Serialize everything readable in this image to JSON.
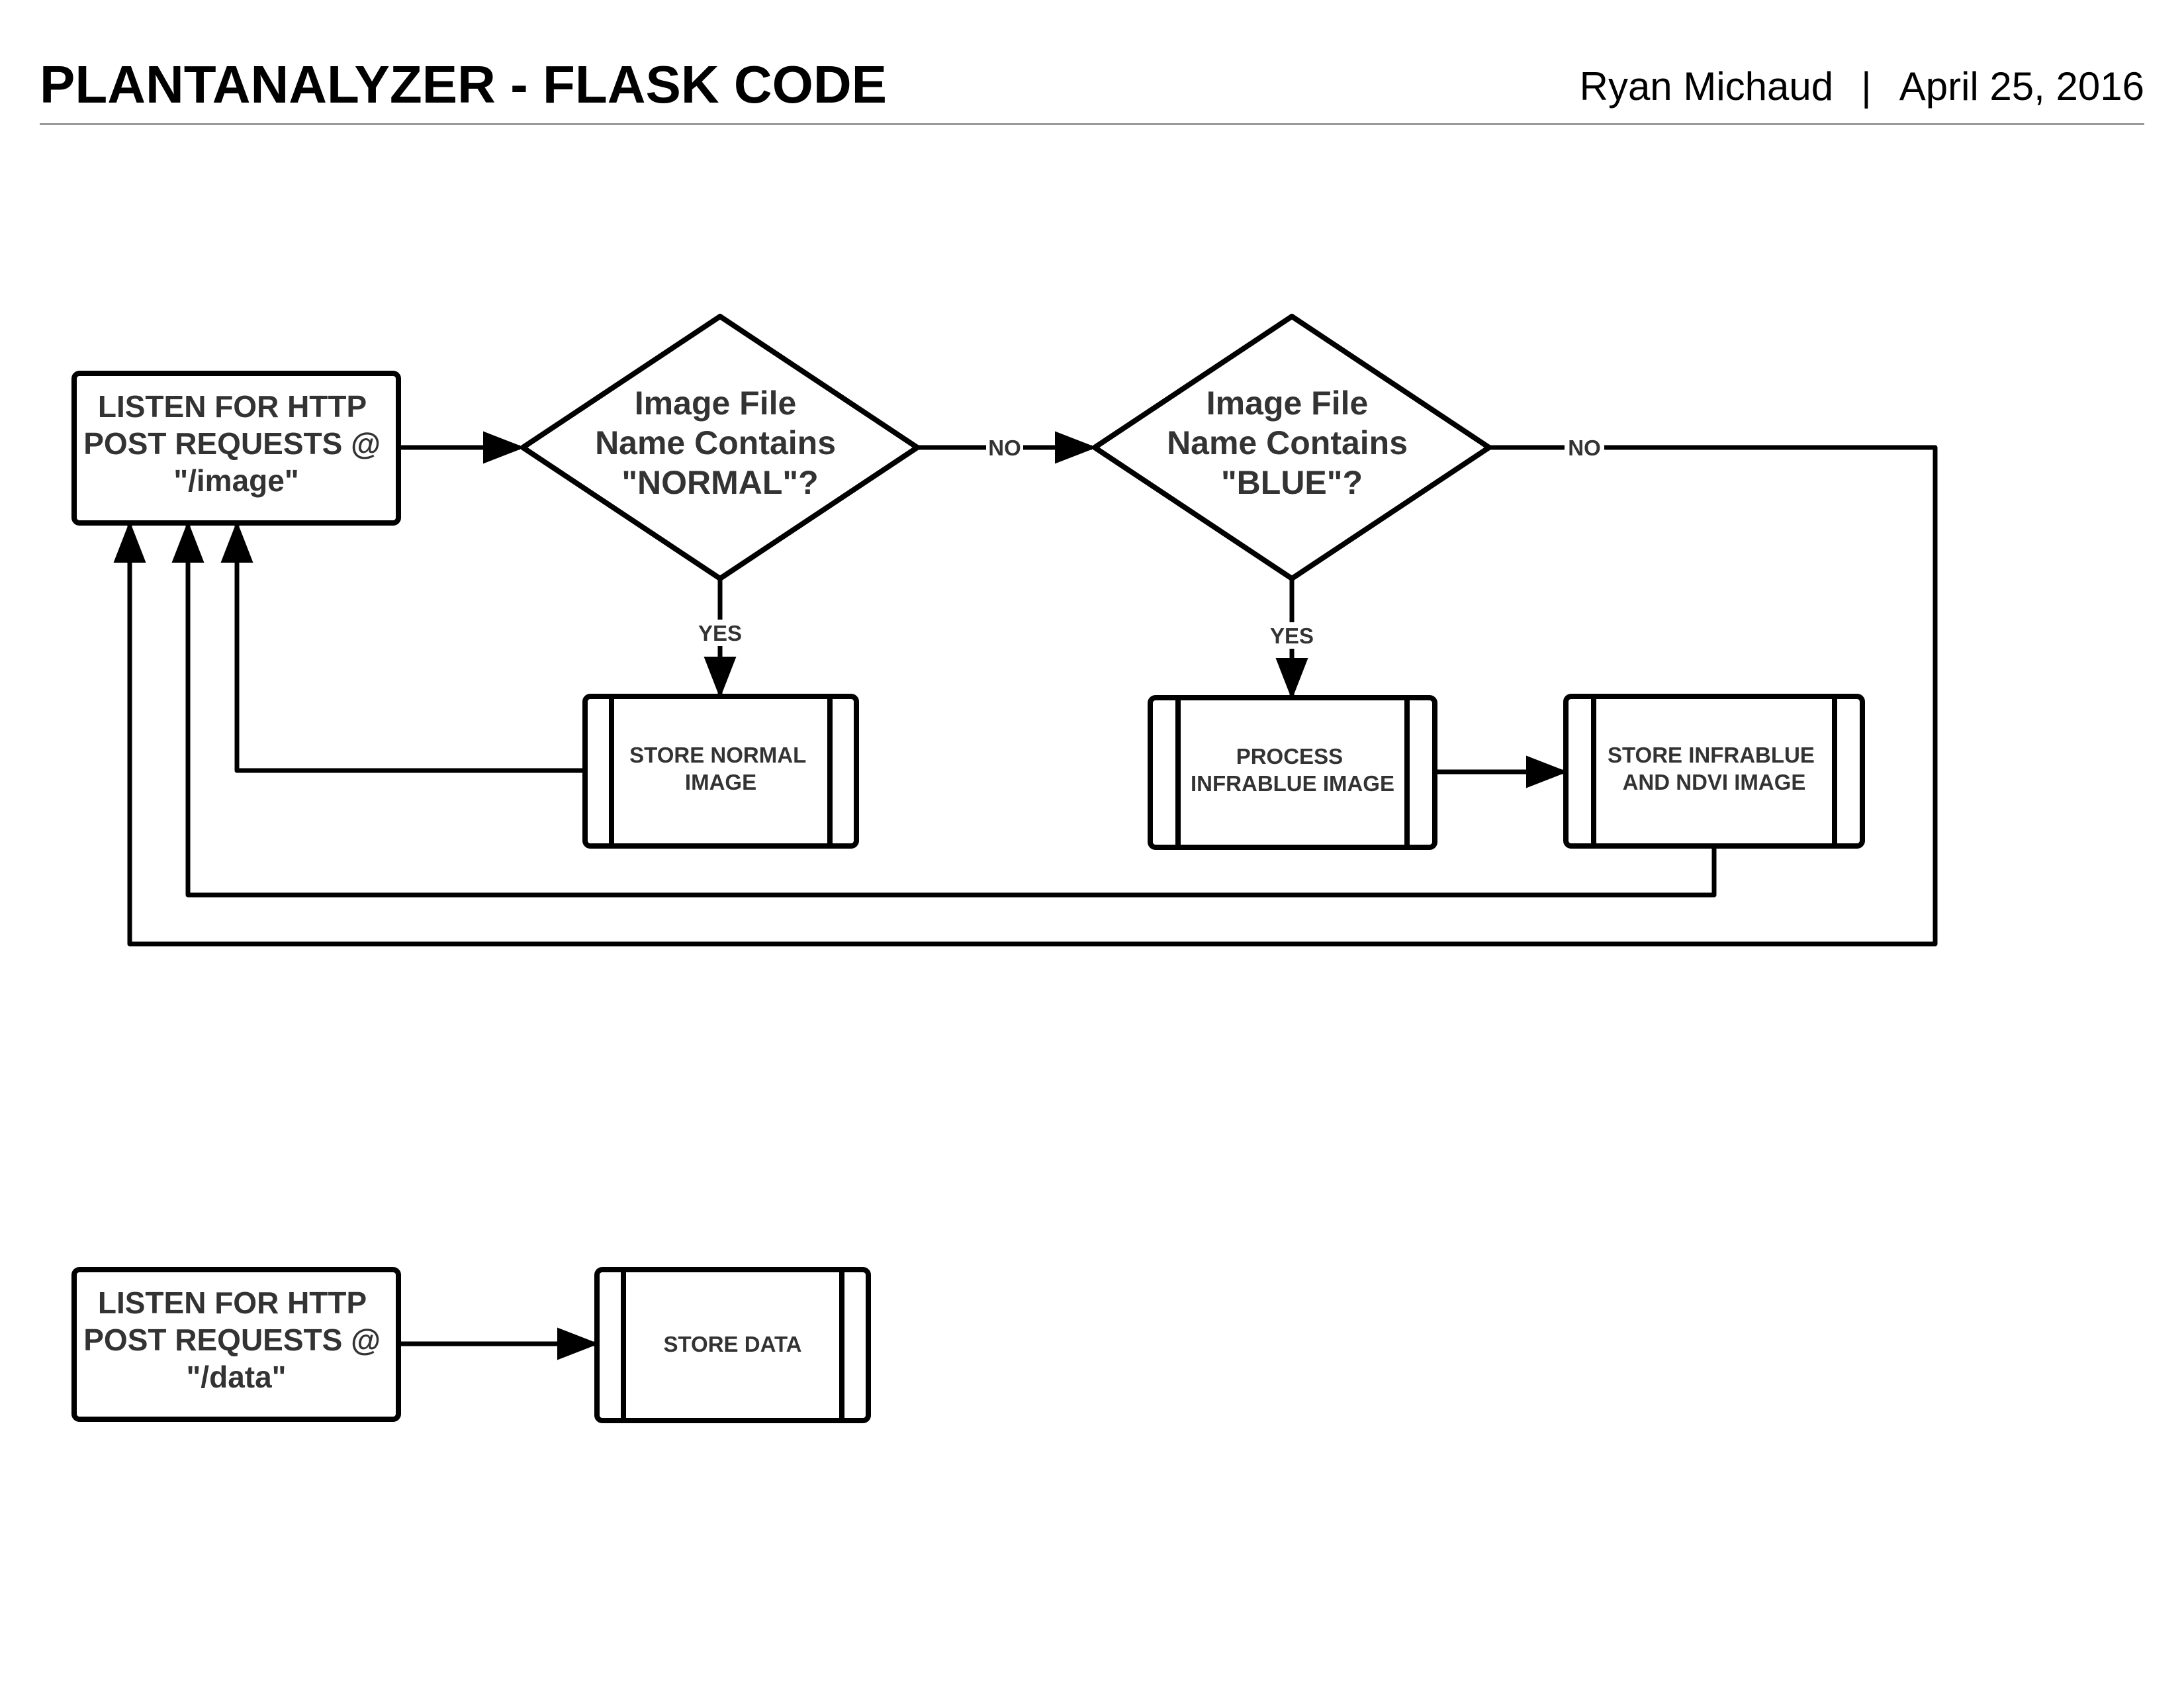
{
  "header": {
    "title": "PLANTANALYZER - FLASK CODE",
    "author": "Ryan Michaud",
    "separator": "|",
    "date": "April 25, 2016"
  },
  "flowchart": {
    "listen_image": [
      "LISTEN FOR HTTP",
      "POST REQUESTS @",
      "\"/image\""
    ],
    "decision_normal": [
      "Image File",
      "Name Contains",
      "\"NORMAL\"?"
    ],
    "decision_blue": [
      "Image File",
      "Name Contains",
      "\"BLUE\"?"
    ],
    "store_normal": [
      "STORE NORMAL",
      "IMAGE"
    ],
    "process_infrablue": [
      "PROCESS",
      "INFRABLUE IMAGE"
    ],
    "store_infrablue": [
      "STORE INFRABLUE",
      "AND NDVI IMAGE"
    ],
    "listen_data": [
      "LISTEN FOR HTTP",
      "POST REQUESTS @",
      "\"/data\""
    ],
    "store_data": [
      "STORE DATA"
    ],
    "edge_labels": {
      "no_1": "NO",
      "no_2": "NO",
      "yes_1": "YES",
      "yes_2": "YES"
    }
  },
  "colors": {
    "stroke": "#000000",
    "label_text": "#333333",
    "rule": "#9a9a9a"
  }
}
